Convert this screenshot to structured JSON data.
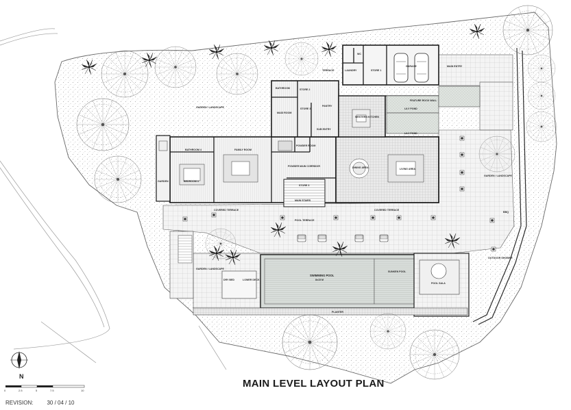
{
  "title": "MAIN LEVEL LAYOUT PLAN",
  "revision": {
    "label": "REVISION:",
    "date": "30 / 04 / 10"
  },
  "north": {
    "letter": "N"
  },
  "scale_ticks": [
    "0",
    "2.5",
    "5",
    "7.5",
    "10"
  ],
  "rooms": {
    "garden_landscape_nw": "GARDEN / LANDSCAPE",
    "terrace": "TERRACE",
    "laundry": "LAUNDRY",
    "store1": "STORE 1",
    "garage": "GARAGE",
    "main_entry": "MAIN ENTRY",
    "wc": "WC",
    "bathroom_top": "BATHROOM",
    "store2": "STORE 2",
    "maid_room": "MAID ROOM",
    "store3": "STORE 3",
    "pantry": "PANTRY",
    "western_kitchen": "WESTERN KITCHEN",
    "lily_pond_top": "LILY POND",
    "feature_rock_wall": "FEATURE ROCK WALL",
    "sub_entry": "SUB ENTRY",
    "lily_pond_bottom": "LILY POND",
    "bathroom4": "BATHROOM 4",
    "family_room": "FAMILY ROOM",
    "powder_room": "POWDER ROOM",
    "bedroom4": "BEDROOM 4",
    "garden_w": "GARDEN",
    "powder_main_corridor": "POWDER MAIN CORRIDOR",
    "dining_area": "DINING AREA",
    "living_area": "LIVING AREA",
    "store5": "STORE 5",
    "main_stairs": "MAIN STAIRS",
    "covered_terrace_w": "COVERED TERRACE",
    "covered_terrace_e": "COVERED TERRACE",
    "garden_landscape_e": "GARDEN / LANDSCAPE",
    "pool_terrace": "POOL TERRACE",
    "bbq": "BBQ",
    "outdoor_shower": "OUTDOOR SHOWER",
    "garden_landscape_sw": "GARDEN / LANDSCAPE",
    "dry_bed": "DRY BED",
    "lower_deck": "LOWER DECK",
    "swimming_pool": "SWIMMING POOL",
    "pool_size": "8x15 M",
    "sunken_pool": "SUNKEN POOL",
    "pool_sala": "POOL SALA",
    "planter": "PLANTER"
  }
}
